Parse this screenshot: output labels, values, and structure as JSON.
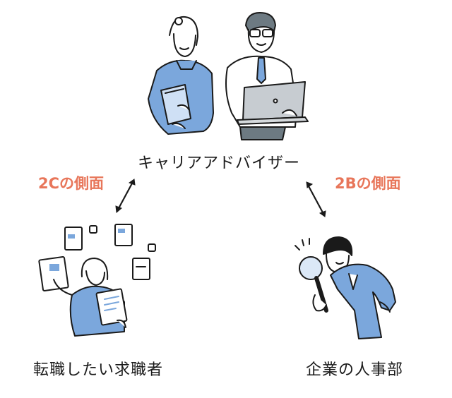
{
  "nodes": {
    "advisor": {
      "label": "キャリアアドバイザー"
    },
    "job_seeker": {
      "label": "転職したい求職者"
    },
    "hr": {
      "label": "企業の人事部"
    }
  },
  "edges": {
    "left": {
      "label": "2Cの側面"
    },
    "right": {
      "label": "2Bの側面"
    }
  },
  "colors": {
    "accent": "#e8765a",
    "illustration_blue": "#7ba7dc",
    "line": "#1a1a1a"
  }
}
